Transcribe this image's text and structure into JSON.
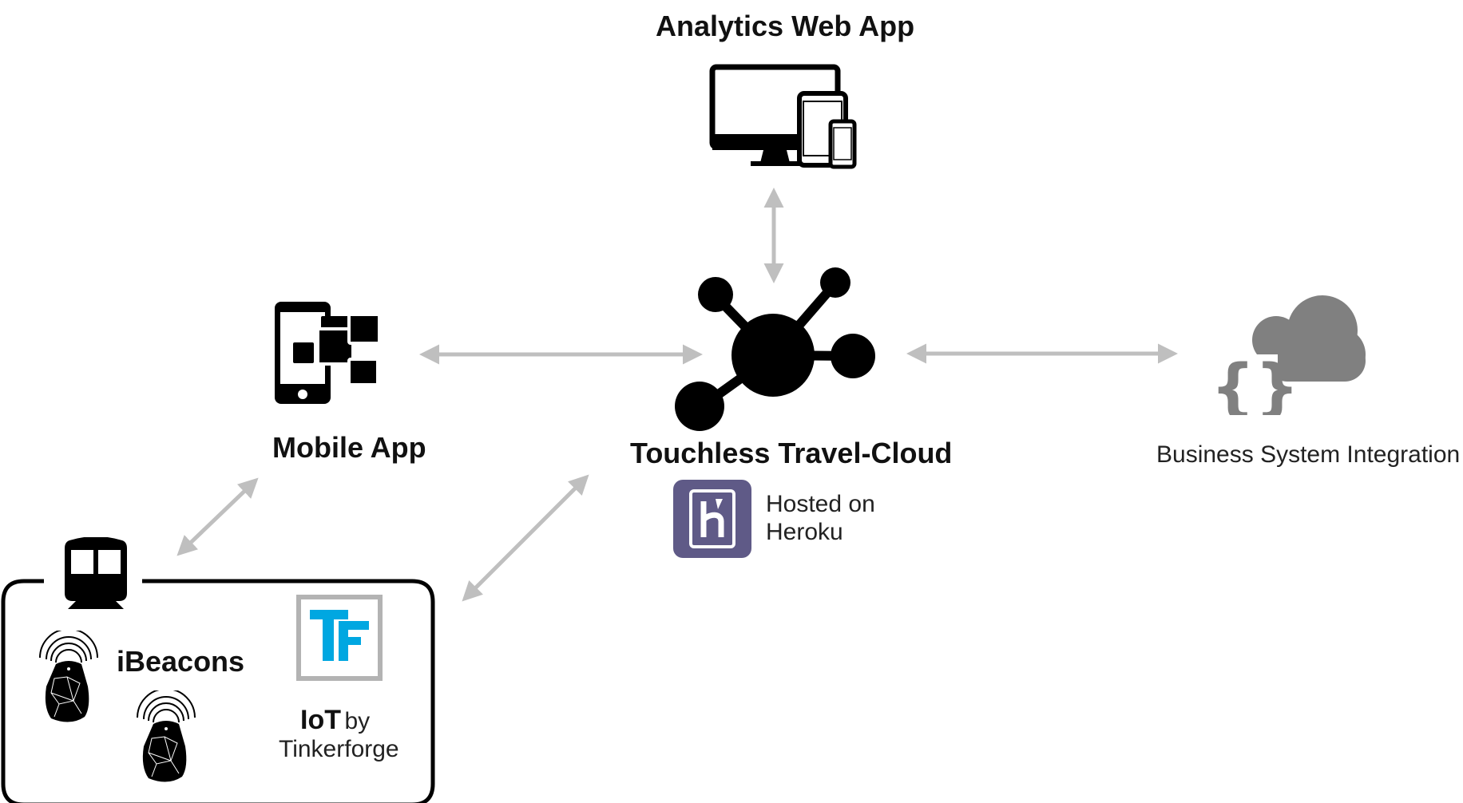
{
  "colors": {
    "arrow": "#bfbfbf",
    "icon": "#000000",
    "cloud_gray": "#808080",
    "heroku_purple": "#5f5a87",
    "tinkerforge_blue": "#00a7e1",
    "tinkerforge_frame": "#b3b3b3"
  },
  "nodes": {
    "analytics": {
      "label": "Analytics Web App",
      "icon": "monitor-tablet-phone-icon"
    },
    "mobile": {
      "label": "Mobile App",
      "icon": "mobile-apps-icon"
    },
    "cloud": {
      "label": "Touchless Travel-Cloud",
      "icon": "hub-network-icon"
    },
    "business": {
      "label": "Business System Integration",
      "icon": "cloud-braces-icon"
    },
    "heroku": {
      "line1": "Hosted on",
      "line2": "Heroku",
      "icon": "heroku-logo-icon"
    },
    "ibeacons": {
      "label": "iBeacons",
      "icon": "beacon-icon"
    },
    "iot": {
      "bold": "IoT",
      "by": "by",
      "line2": "Tinkerforge",
      "icon": "tinkerforge-logo-icon"
    },
    "train": {
      "icon": "train-icon"
    }
  }
}
